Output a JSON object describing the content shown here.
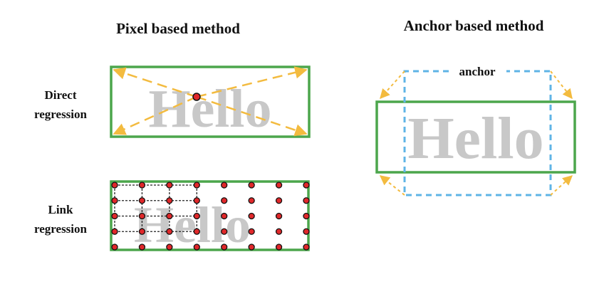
{
  "titles": {
    "pixel": "Pixel based method",
    "anchor": "Anchor based method"
  },
  "labels": {
    "direct": [
      "Direct",
      "regression"
    ],
    "link": [
      "Link",
      "regression"
    ]
  },
  "hello_text": "Hello",
  "anchor_label": "anchor",
  "colors": {
    "box": "#4ca64c",
    "arrow": "#f3bb3f",
    "anchor": "#5fb4e6",
    "dot": "#e0282a",
    "hello": "#c8c8c8"
  },
  "link_grid": {
    "columns": 8,
    "rows": 5
  }
}
